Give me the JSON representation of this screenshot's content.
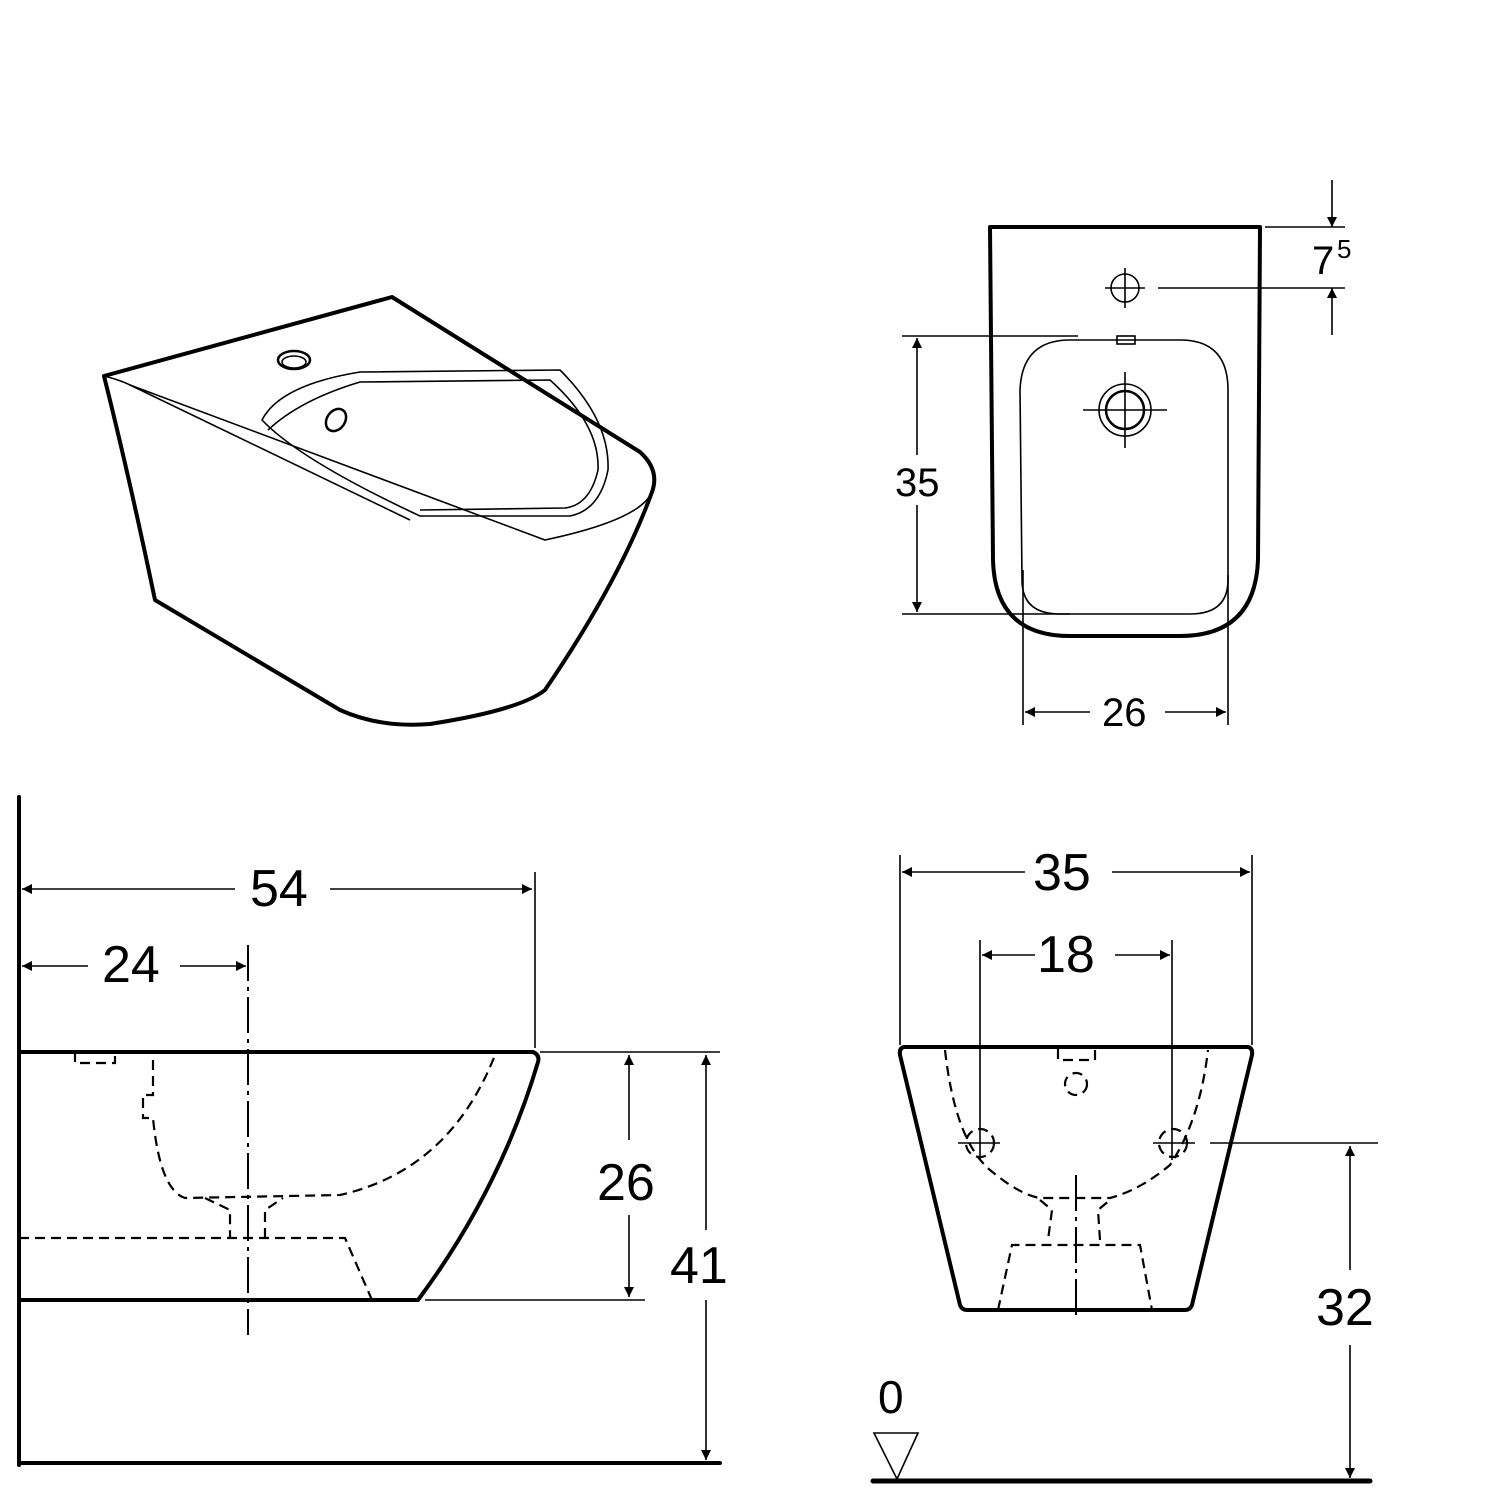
{
  "drawing": {
    "subject": "Wall-hung bidet dimension drawing",
    "unit": "cm",
    "views": [
      {
        "name": "isometric-view"
      },
      {
        "name": "top-view"
      },
      {
        "name": "side-view"
      },
      {
        "name": "front-view"
      }
    ],
    "dimensions": {
      "top_tap_hole_offset": "7",
      "top_tap_hole_offset_sup": "5",
      "top_bowl_length": "35",
      "top_bowl_width": "26",
      "side_total_depth": "54",
      "side_wall_to_waste": "24",
      "side_body_height": "26",
      "side_top_from_floor": "41",
      "front_width": "35",
      "front_fixing_spacing": "18",
      "front_fixing_height": "32",
      "floor_level": "0"
    }
  }
}
